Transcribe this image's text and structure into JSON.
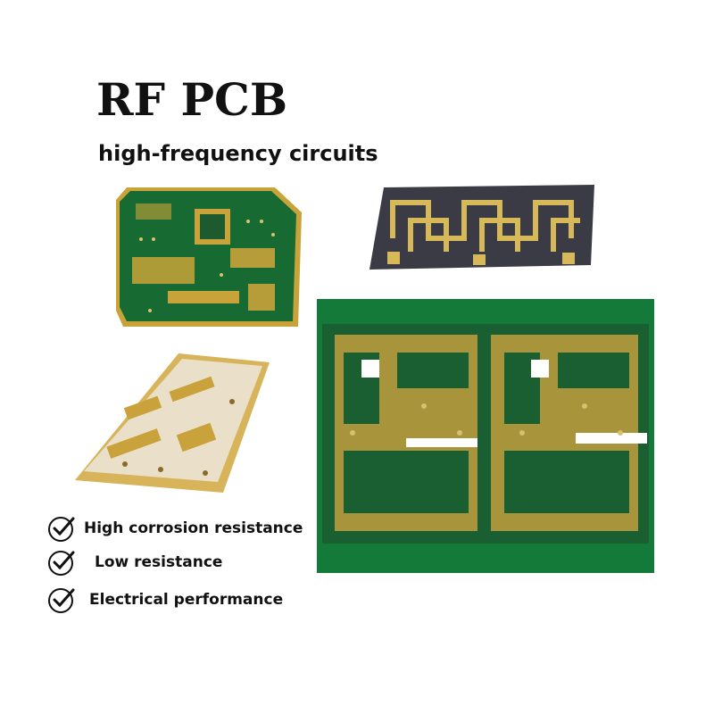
{
  "title": "RF PCB",
  "subtitle": "high-frequency circuits",
  "features": [
    "High corrosion resistance",
    "Low resistance",
    "Electrical performance"
  ],
  "icons": {
    "check": "check-circle-icon"
  },
  "colors": {
    "solder_mask_green": "#0f6b2f",
    "gold": "#c9a23c",
    "dark_board": "#3a3a44",
    "text": "#111111"
  }
}
